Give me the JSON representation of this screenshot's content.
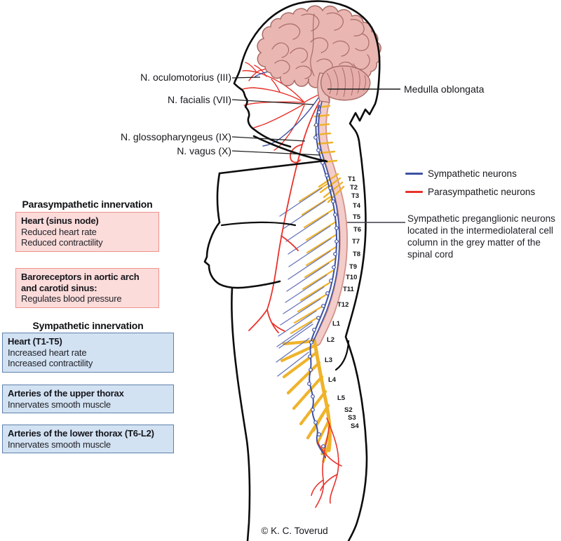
{
  "cranial_nerves": [
    "N. oculomotorius (III)",
    "N. facialis (VII)",
    "N. glossopharyngeus (IX)",
    "N. vagus (X)"
  ],
  "medulla_label": "Medulla oblongata",
  "legend": {
    "items": [
      {
        "label": "Sympathetic neurons",
        "color": "#3d51a3"
      },
      {
        "label": "Parasympathetic neurons",
        "color": "#e8322b"
      }
    ]
  },
  "preganglionic_note": "Sympathetic preganglionic neurons located in the intermediolateral cell column in the grey matter of the spinal cord",
  "parasympathetic": {
    "heading": "Parasympathetic innervation",
    "boxes": [
      {
        "title": "Heart (sinus node)",
        "lines": [
          "Reduced heart rate",
          "Reduced contractility"
        ]
      },
      {
        "title": "Baroreceptors in aortic arch and carotid sinus:",
        "lines": [
          "Regulates blood pressure"
        ]
      }
    ]
  },
  "sympathetic": {
    "heading": "Sympathetic innervation",
    "boxes": [
      {
        "title": "Heart (T1-T5)",
        "lines": [
          "Increased heart rate",
          "Increased contractility"
        ]
      },
      {
        "title": "Arteries of the upper thorax",
        "lines": [
          "Innervates smooth muscle"
        ]
      },
      {
        "title": "Arteries of the lower thorax (T6-L2)",
        "lines": [
          "Innervates smooth muscle"
        ]
      }
    ]
  },
  "spine_levels": [
    "T1",
    "T2",
    "T3",
    "T4",
    "T5",
    "T6",
    "T7",
    "T8",
    "T9",
    "T10",
    "T11",
    "T12",
    "L1",
    "L2",
    "L3",
    "L4",
    "L5",
    "S2",
    "S3",
    "S4"
  ],
  "credit": "© K. C. Toverud",
  "colors": {
    "sympathetic_blue": "#3d51a3",
    "parasympathetic_red": "#e8322b",
    "spinal_nerve_yellow": "#efb32b",
    "rami_blue": "#6673b8",
    "cord_pink": "#f3cdc9",
    "cord_edge_pink": "#d29089",
    "brain_pink": "#e9b6b2",
    "brain_outline": "#aa6c66",
    "pink_box_bg": "#fbdcda",
    "pink_box_border": "#f0928b",
    "blue_box_bg": "#d2e2f2",
    "blue_box_border": "#5d80ac"
  }
}
